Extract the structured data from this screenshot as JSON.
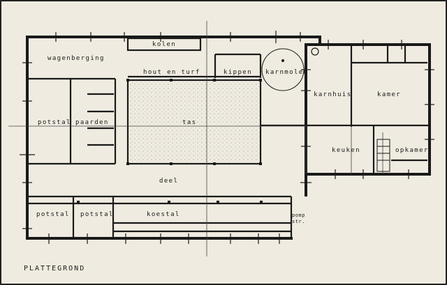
{
  "title": "PLATTEGROND",
  "rooms": {
    "wagenberging": "wagenberging",
    "kolen": "kolen",
    "hout_en_turf": "hout en turf",
    "kippen": "kippen",
    "karnmolen": "karnmolen",
    "karnhuis": "karnhuis",
    "kamer": "kamer",
    "potstal_left": "potstal",
    "paarden": "paarden",
    "tas": "tas",
    "keuken": "keuken",
    "opkamer": "opkamer",
    "deel": "deel",
    "potstal_1": "potstal",
    "potstal_2": "potstal",
    "koestal": "koestal",
    "pomp_1": "pomp",
    "pomp_2": "str."
  },
  "colors": {
    "paper": "#efebe0",
    "ink": "#1a1a1a"
  }
}
